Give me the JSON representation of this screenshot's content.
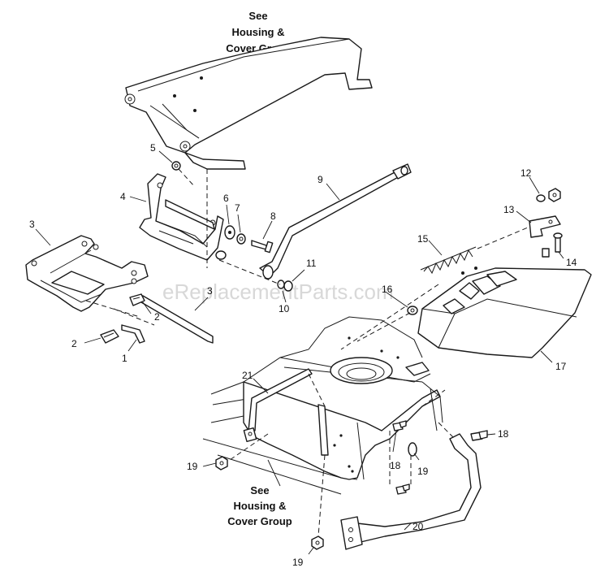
{
  "callouts": {
    "top": [
      "See",
      "Housing &",
      "Cover Group"
    ],
    "bottom": [
      "See",
      "Housing &",
      "Cover Group"
    ]
  },
  "watermark": "eReplacementParts.com",
  "labels": {
    "p1": "1",
    "p2a": "2",
    "p2b": "2",
    "p3": "3",
    "p4": "4",
    "p5": "5",
    "p6": "6",
    "p7": "7",
    "p8": "8",
    "p9": "9",
    "p10": "10",
    "p11": "11",
    "p12": "12",
    "p13": "13",
    "p14": "14",
    "p15": "15",
    "p16": "16",
    "p17": "17",
    "p18a": "18",
    "p18b": "18",
    "p19a": "19",
    "p19b": "19",
    "p19c": "19",
    "p20": "20",
    "p21": "21",
    "p3b": "3"
  }
}
